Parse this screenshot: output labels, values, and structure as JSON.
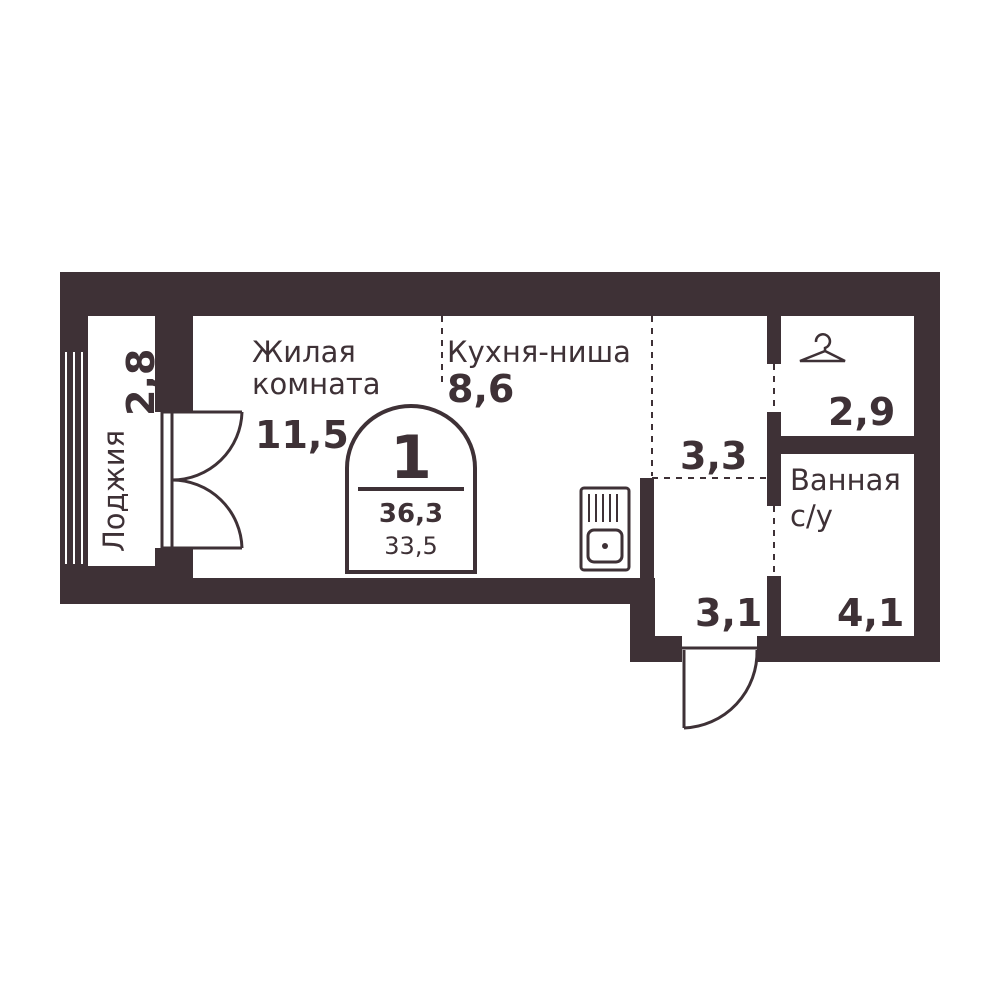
{
  "apartment": {
    "rooms": "1",
    "total_area": "36,3",
    "living_area": "33,5"
  },
  "labels": {
    "living_room_line1": "Жилая",
    "living_room_line2": "комната",
    "living_room_area": "11,5",
    "kitchen_name": "Кухня-ниша",
    "kitchen_area": "8,6",
    "corridor_area": "3,3",
    "hall_area": "3,1",
    "wardrobe_area": "2,9",
    "bathroom_line1": "Ванная",
    "bathroom_line2": "с/у",
    "bathroom_area": "4,1",
    "loggia_name": "Лоджия",
    "loggia_area": "2,8"
  },
  "colors": {
    "wall": "#3e3136",
    "background": "#ffffff"
  },
  "icons": [
    "hanger-icon",
    "sink-icon"
  ]
}
